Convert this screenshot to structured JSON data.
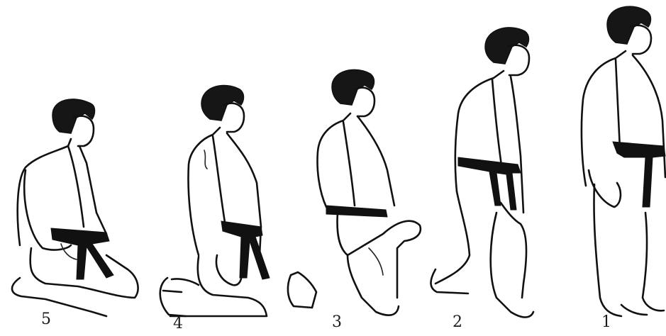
{
  "figures": [
    {
      "label": "5"
    },
    {
      "label": "4"
    },
    {
      "label": "3"
    },
    {
      "label": "2"
    },
    {
      "label": "1"
    }
  ]
}
